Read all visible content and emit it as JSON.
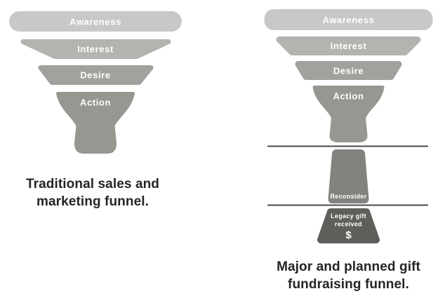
{
  "left_funnel": {
    "stages": [
      {
        "label": "Awareness",
        "color": "#c9c8c6"
      },
      {
        "label": "Interest",
        "color": "#b5b3b0"
      },
      {
        "label": "Desire",
        "color": "#a3a19e"
      },
      {
        "label": "Action",
        "color": "#989690"
      }
    ],
    "caption": {
      "line1": "Traditional sales and",
      "line2": "marketing funnel."
    }
  },
  "right_funnel": {
    "stages": [
      {
        "label": "Awareness",
        "color": "#c9c8c6"
      },
      {
        "label": "Interest",
        "color": "#b5b3b0"
      },
      {
        "label": "Desire",
        "color": "#a3a19e"
      },
      {
        "label": "Action",
        "color": "#989690"
      },
      {
        "label": "Reconsider",
        "color": "#84827e"
      }
    ],
    "legacy_stage": {
      "line1": "Legacy gift",
      "line2": "received",
      "symbol": "$",
      "color": "#605e5b"
    },
    "caption": {
      "line1": "Major and planned gift",
      "line2": "fundraising funnel."
    }
  },
  "colors": {
    "divider": "#4c4a49",
    "caption_text": "#272324",
    "stage_label_text": "#ffffff",
    "background": "#ffffff"
  }
}
